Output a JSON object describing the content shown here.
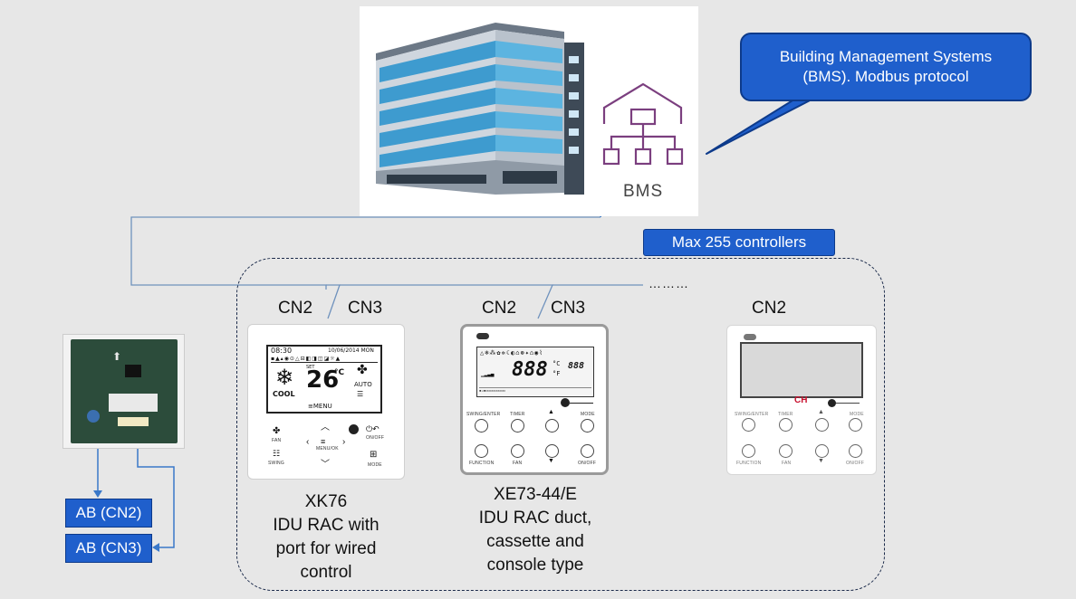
{
  "callout": {
    "line1": "Building Management Systems",
    "line2": "(BMS). Modbus protocol"
  },
  "bms_label": "BMS",
  "max_tag": "Max 255 controllers",
  "ports": {
    "xk76_cn2": "CN2",
    "xk76_cn3": "CN3",
    "xe73_cn2": "CN2",
    "xe73_cn3": "CN3",
    "third_cn2": "CN2",
    "ellipsis": "………"
  },
  "ab": {
    "cn2": "AB (CN2)",
    "cn3": "AB (CN3)"
  },
  "xk76": {
    "caption": [
      "XK76",
      "IDU RAC with",
      "port for wired",
      "control"
    ],
    "time": "08:30",
    "date": "10/06/2014 MON",
    "mode": "COOL",
    "set_label": "SET",
    "temp": "26",
    "unit": "°C",
    "fan_label": "AUTO",
    "menu": "≡MENU",
    "btn_fan": "FAN",
    "btn_swing": "SWING",
    "btn_menu": "MENU/OK",
    "btn_onoff": "ON/OFF",
    "btn_mode": "MODE"
  },
  "xe73": {
    "caption": [
      "XE73-44/E",
      "IDU RAC duct,",
      "cassette and",
      "console type"
    ],
    "digits": "888",
    "unit_c": "°C",
    "unit_f": "°F",
    "small_digits": "888",
    "buttons_top": [
      "SWING/ENTER",
      "TIMER",
      "▲",
      "MODE"
    ],
    "buttons_bottom": [
      "FUNCTION",
      "FAN",
      "▼",
      "ON/OFF"
    ]
  },
  "third": {
    "logo": "CH",
    "buttons_top": [
      "SWING/ENTER",
      "TIMER",
      "▲",
      "MODE"
    ],
    "buttons_bottom": [
      "FUNCTION",
      "FAN",
      "▼",
      "ON/OFF"
    ]
  },
  "colors": {
    "accent": "#1f5fcc",
    "accent_border": "#0d3a8a",
    "bms_purple": "#7b3f7f",
    "line_blue": "#3a78c9",
    "bus_line": "#6f92bd"
  }
}
